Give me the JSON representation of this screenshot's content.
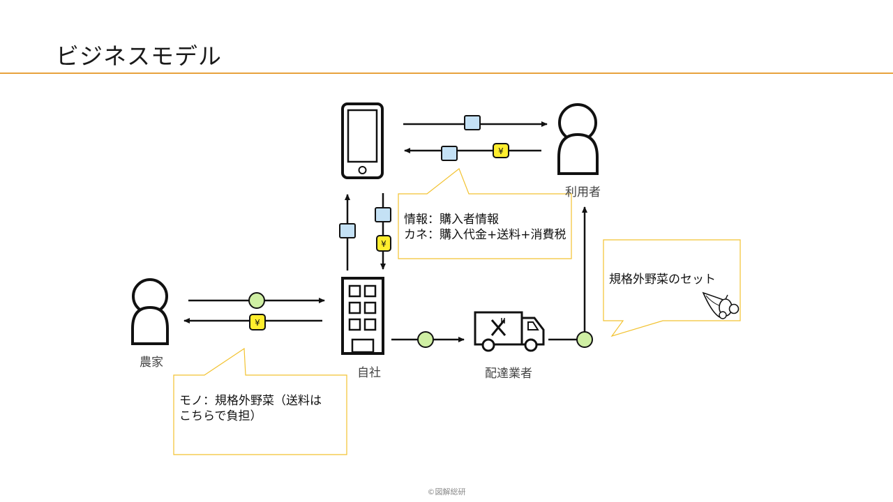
{
  "title": "ビジネスモデル",
  "actors": {
    "farmer": "農家",
    "company": "自社",
    "user": "利用者",
    "delivery": "配達業者"
  },
  "notes": {
    "goods": "モノ：規格外野菜（送料は\nこちらで負担）",
    "info_money": "情報：購入者情報\nカネ：購入代金+送料+消費税",
    "vegetable_set": "規格外野菜のセット"
  },
  "markers": {
    "money_symbol": "¥"
  },
  "colors": {
    "orange_accent": "#E8A23C",
    "callout_border": "#F2C230",
    "info_marker": "#C4E1F5",
    "money_marker": "#FFEE2E",
    "goods_marker": "#CFEFA3"
  },
  "footer": "©図解総研"
}
